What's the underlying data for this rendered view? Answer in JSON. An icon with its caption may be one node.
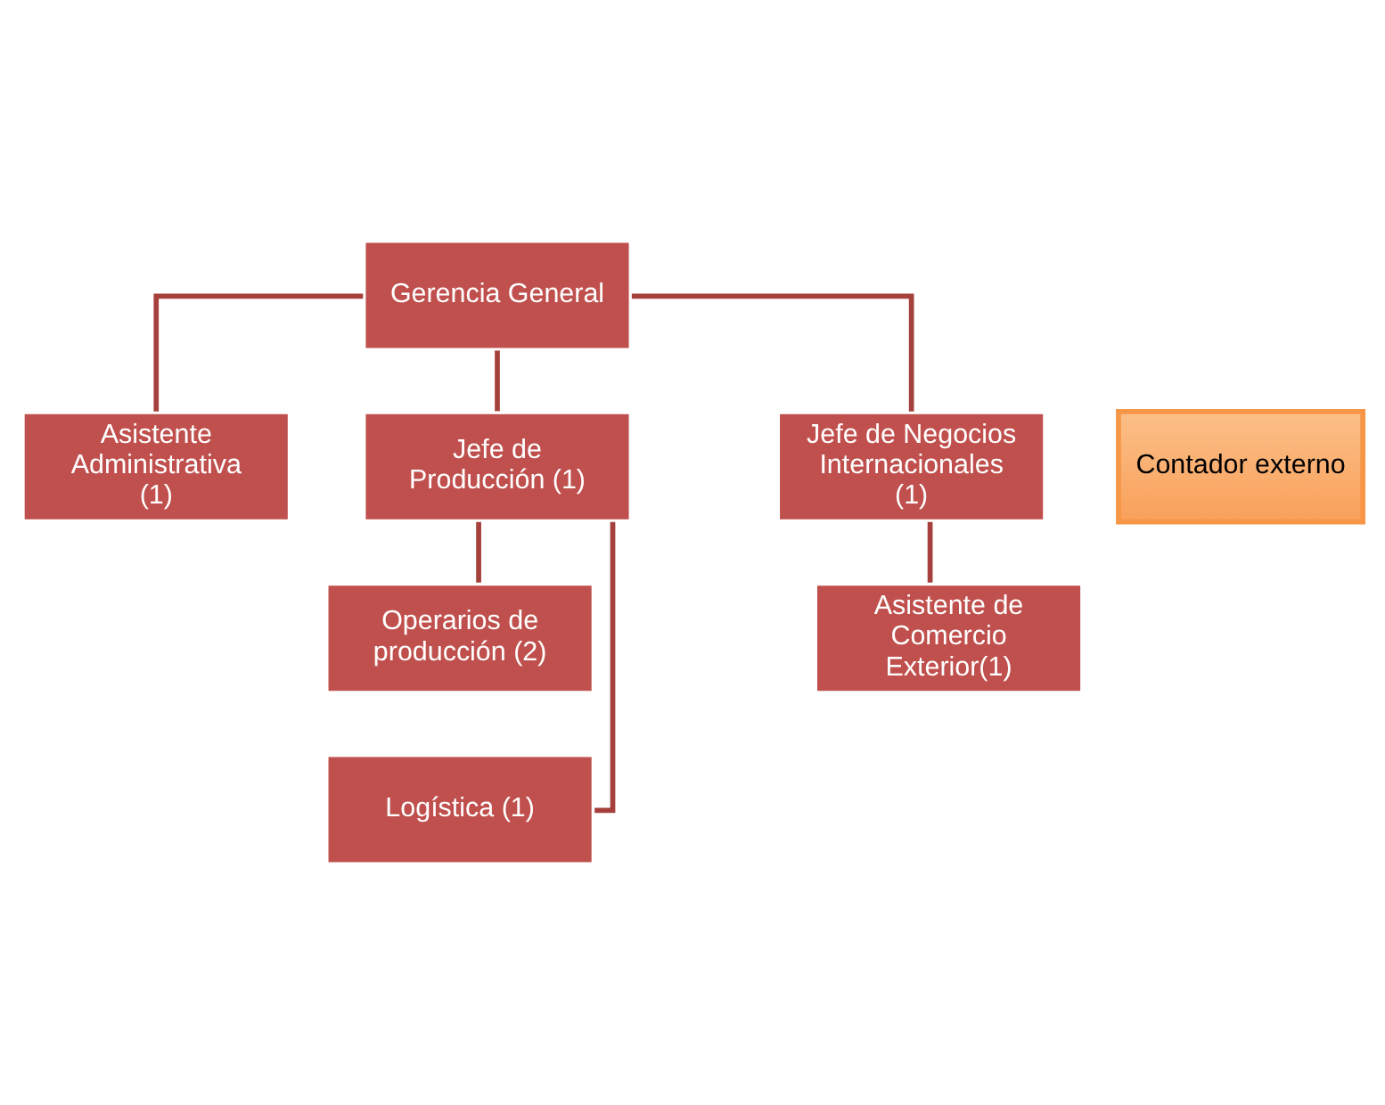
{
  "diagram": {
    "nodes": [
      {
        "text": [
          "Gerencia General"
        ]
      },
      {
        "text": [
          "Contador externo"
        ]
      },
      {
        "text": [
          "Asistente Administrativa (1)"
        ]
      },
      {
        "text": [
          "Jefe de Producción (1)"
        ]
      },
      {
        "text": [
          "Jefe de Negocios Internacionales (1)"
        ]
      },
      {
        "text": [
          "Operarios de producción (2)"
        ]
      },
      {
        "text": [
          "Logística (1)"
        ]
      },
      {
        "text": [
          "Asistente de Comercio Exterior(1)"
        ]
      }
    ],
    "edges": [
      {
        "from": 0,
        "to": 2,
        "arrow": "none"
      },
      {
        "from": 0,
        "to": 3,
        "arrow": "none"
      },
      {
        "from": 0,
        "to": 4,
        "arrow": "none"
      },
      {
        "from": 3,
        "to": 5,
        "arrow": "none"
      },
      {
        "from": 3,
        "to": 6,
        "arrow": "none"
      },
      {
        "from": 4,
        "to": 7,
        "arrow": "none"
      }
    ]
  }
}
